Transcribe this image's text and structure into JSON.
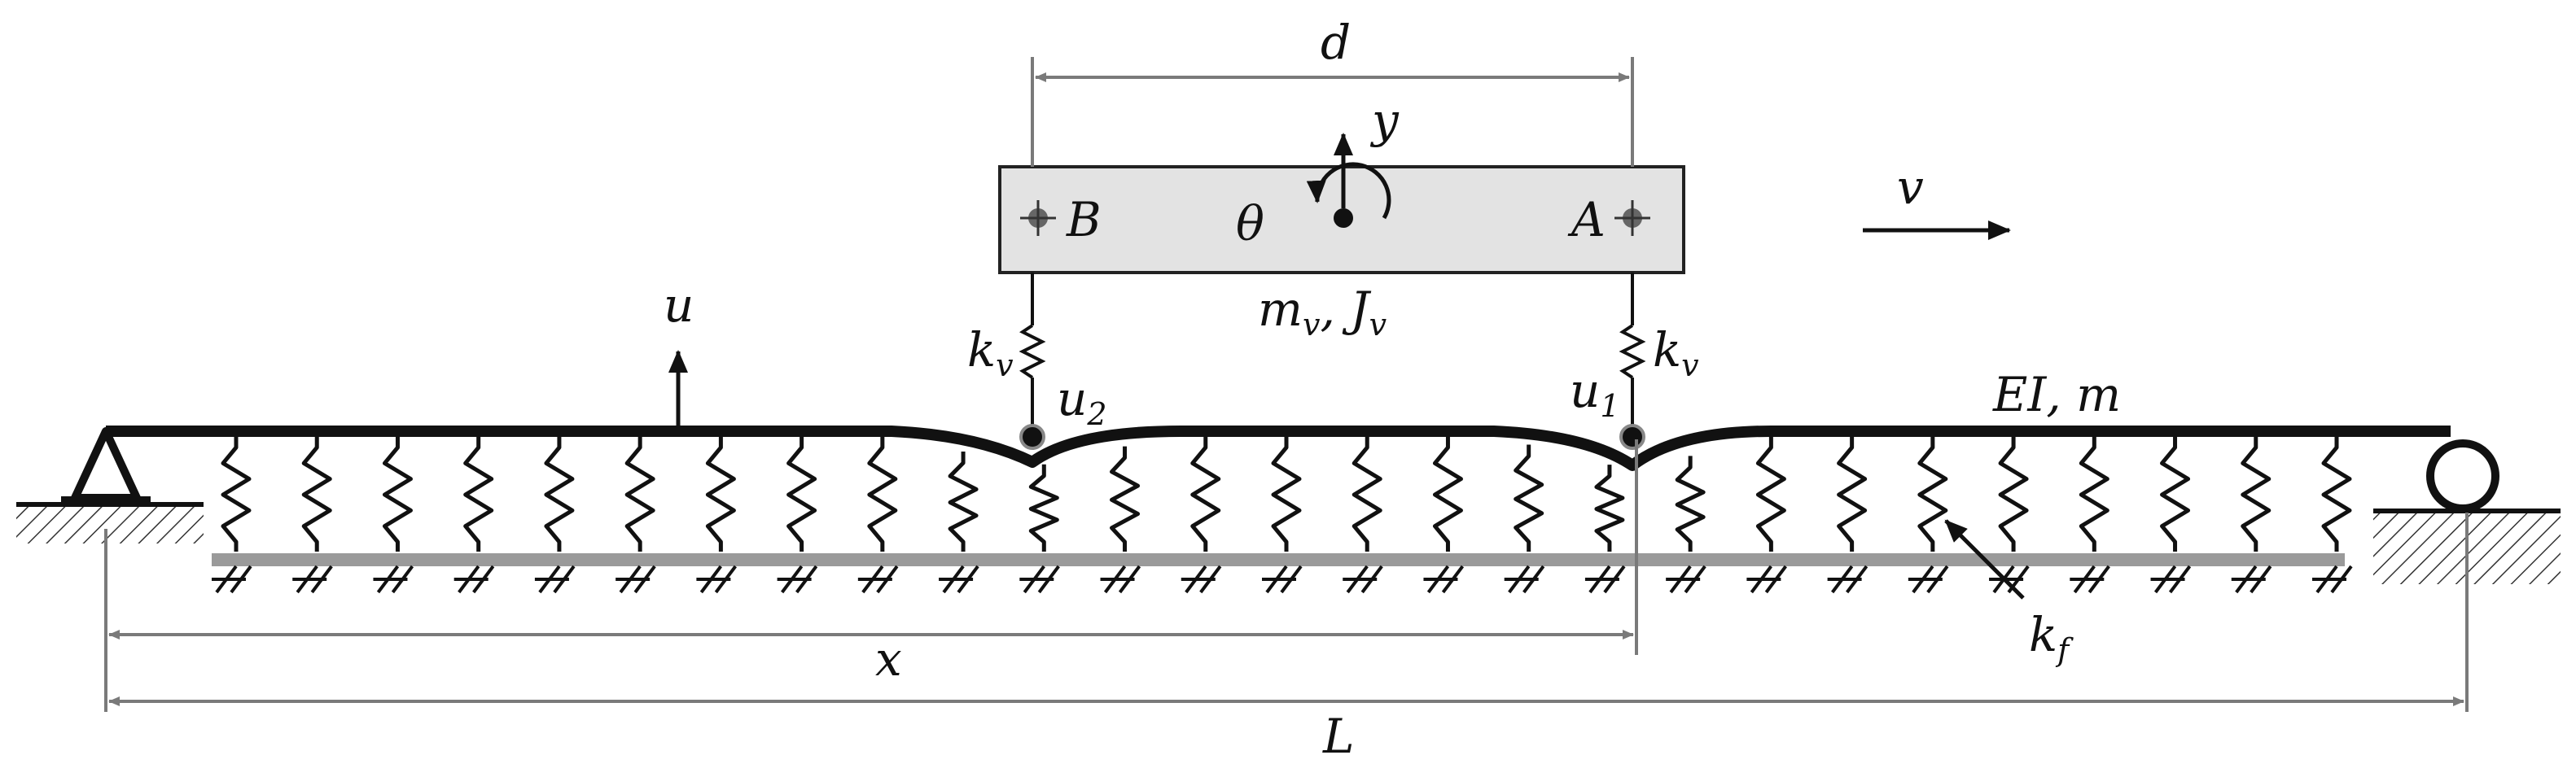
{
  "labels": {
    "d": "d",
    "y": "y",
    "v": "v",
    "B": "B",
    "A": "A",
    "theta": "θ",
    "u": "u",
    "kv_left": {
      "base": "k",
      "sub": "v"
    },
    "kv_right": {
      "base": "k",
      "sub": "v"
    },
    "mv": {
      "base": "m",
      "sub": "v"
    },
    "jv": {
      "base": "J",
      "sub": "v"
    },
    "mv_sep": ", ",
    "u2": {
      "base": "u",
      "sub": "2"
    },
    "u1": {
      "base": "u",
      "sub": "1"
    },
    "ei_m": "EI, m",
    "x": "x",
    "kf": {
      "base": "k",
      "sub": "f"
    },
    "L": "L"
  },
  "colors": {
    "line": "#111111",
    "dim": "#7a7a7a",
    "body_fill": "#e3e3e3",
    "foundation": "#9a9a9a"
  }
}
